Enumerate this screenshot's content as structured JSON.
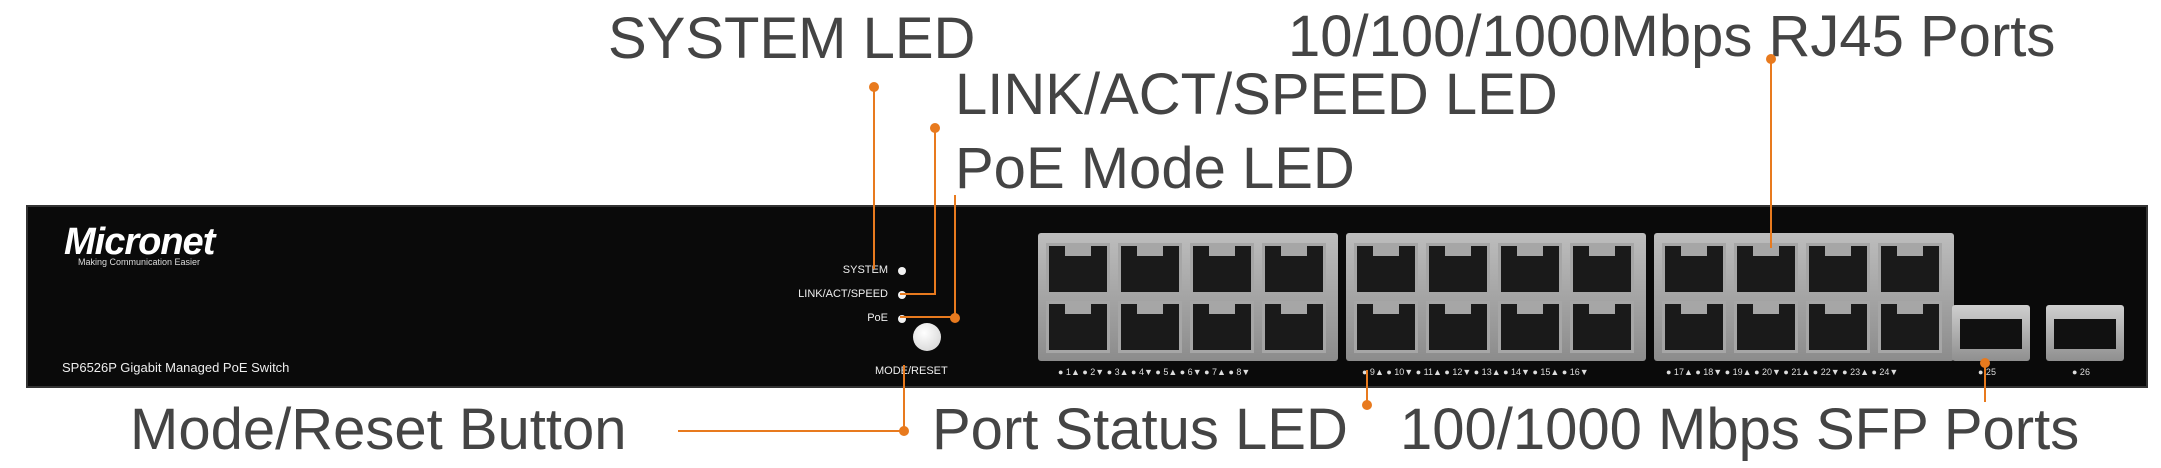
{
  "callouts": {
    "system_led": "SYSTEM LED",
    "link_led": "LINK/ACT/SPEED LED",
    "poe_led": "PoE Mode LED",
    "rj45": "10/100/1000Mbps RJ45 Ports",
    "mode_reset": "Mode/Reset Button",
    "port_status": "Port Status LED",
    "sfp": "100/1000 Mbps SFP Ports"
  },
  "panel": {
    "brand": "Micronet",
    "tagline": "Making Communication Easier",
    "model": "SP6526P Gigabit Managed PoE Switch",
    "led_system": "SYSTEM",
    "led_link": "LINK/ACT/SPEED",
    "led_poe": "PoE",
    "reset_label": "MODE/RESET"
  },
  "port_labels": {
    "group1": "● 1▲ ● 2▼ ● 3▲ ● 4▼ ● 5▲ ● 6▼ ● 7▲ ● 8▼",
    "group2": "● 9▲ ● 10▼ ● 11▲ ● 12▼ ● 13▲ ● 14▼ ● 15▲ ● 16▼",
    "group3": "● 17▲ ● 18▼ ● 19▲ ● 20▼ ● 21▲ ● 22▼ ● 23▲ ● 24▼",
    "sfp25": "● 25",
    "sfp26": "● 26"
  },
  "colors": {
    "accent": "#e87a1e",
    "text": "#444444",
    "panel": "#0a0a0a"
  }
}
